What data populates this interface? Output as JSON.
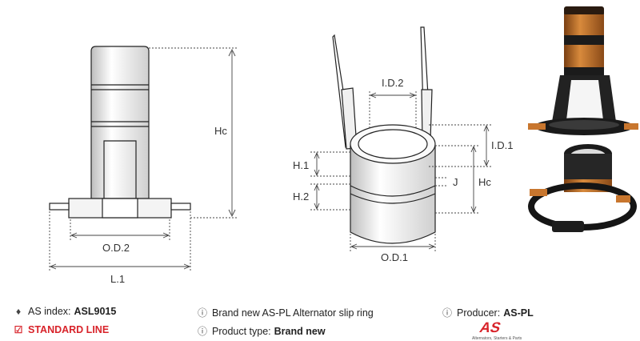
{
  "labels": {
    "hc_left": "Hc",
    "od2": "O.D.2",
    "l1": "L.1",
    "id2": "I.D.2",
    "id1": "I.D.1",
    "h1": "H.1",
    "h2": "H.2",
    "j": "J",
    "hc_right": "Hc",
    "od1": "O.D.1"
  },
  "info": {
    "as_index_label": "AS index:",
    "as_index_value": "ASL9015",
    "standard_line": "STANDARD LINE",
    "description": "Brand new AS-PL Alternator slip ring",
    "product_type_label": "Product type:",
    "product_type_value": "Brand new",
    "producer_label": "Producer:",
    "producer_value": "AS-PL"
  },
  "logo": {
    "mark": "AS",
    "tagline": "Alternators, Starters & Parts"
  },
  "colors": {
    "accent_red": "#d8232a",
    "copper": "#c8762e",
    "line": "#222222"
  },
  "icons": [
    "tag-icon",
    "check-square-icon",
    "info-icon"
  ]
}
